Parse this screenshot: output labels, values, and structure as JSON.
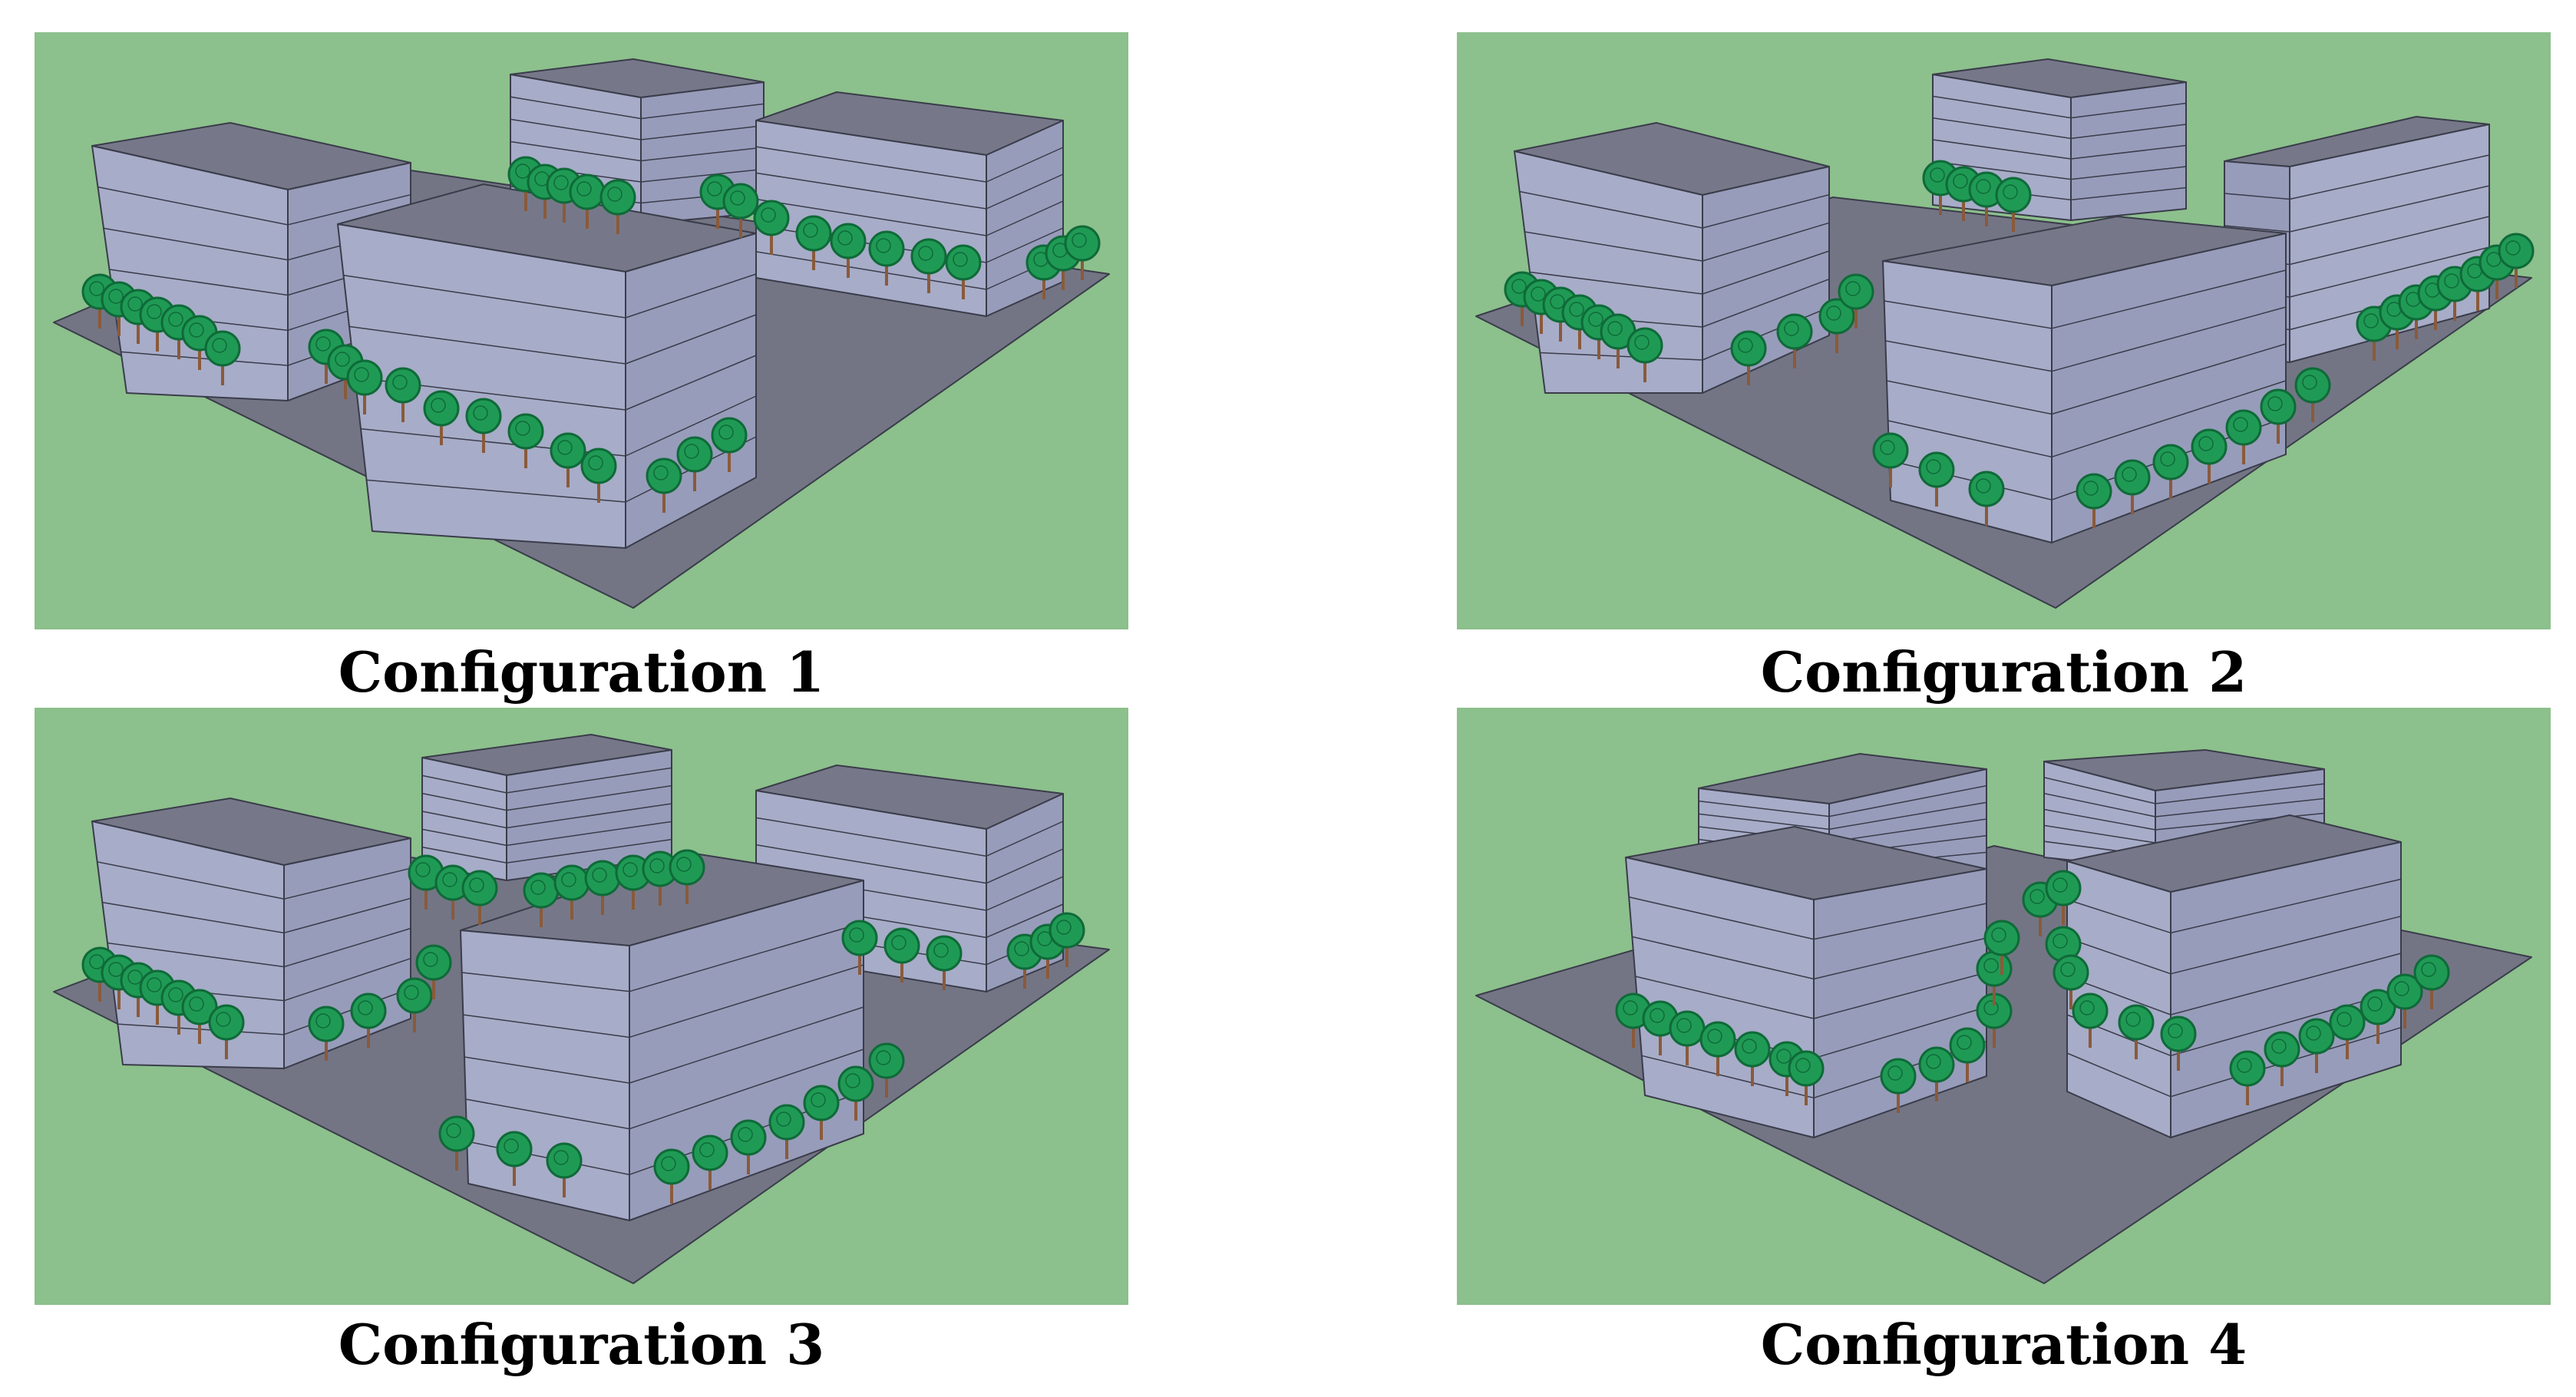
{
  "colors": {
    "grass": "#8cc08c",
    "ground": "#737585",
    "roof": "#767889",
    "wall": "#a7acc8",
    "wall_dark": "#979cba",
    "edge": "#3a3c4a",
    "tree": "#1f9a55",
    "tree_dark": "#0f6a38",
    "trunk": "#8a5a3a"
  },
  "panels": [
    {
      "caption": "Configuration 1"
    },
    {
      "caption": "Configuration 2"
    },
    {
      "caption": "Configuration 3"
    },
    {
      "caption": "Configuration 4"
    }
  ]
}
